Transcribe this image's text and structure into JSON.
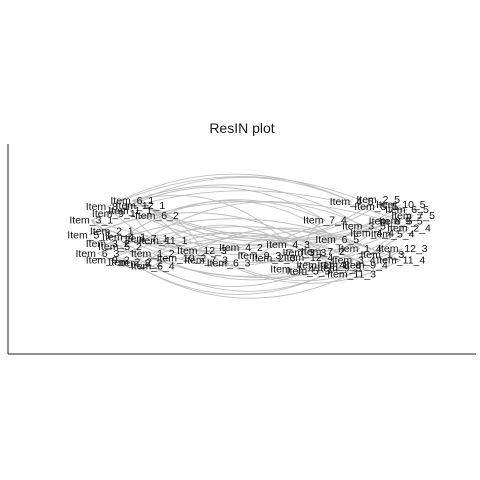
{
  "chart_data": {
    "type": "network",
    "title": "ResIN plot",
    "xlabel": "",
    "ylabel": "",
    "x_range": [
      0,
      10
    ],
    "y_range": [
      0,
      10
    ],
    "grid": false,
    "legend": "none",
    "colors": {
      "edge": "#bdbdbd",
      "text": "#111111",
      "axis": "#222222"
    },
    "nodes": [
      {
        "label": "Item_6_1",
        "x": 2.25,
        "y": 7.4
      },
      {
        "label": "Item_12_1",
        "x": 2.45,
        "y": 7.15
      },
      {
        "label": "Item_8_1",
        "x": 1.65,
        "y": 7.1
      },
      {
        "label": "Item_1_1",
        "x": 2.2,
        "y": 6.9
      },
      {
        "label": "Item_9_1",
        "x": 1.8,
        "y": 6.75
      },
      {
        "label": "Item_6_2",
        "x": 2.85,
        "y": 6.65
      },
      {
        "label": "Item_3_1",
        "x": 1.25,
        "y": 6.4
      },
      {
        "label": "Item_2_1",
        "x": 1.75,
        "y": 5.85
      },
      {
        "label": "Item_5_1",
        "x": 1.2,
        "y": 5.65
      },
      {
        "label": "Item_4_1",
        "x": 2.05,
        "y": 5.55
      },
      {
        "label": "Item_7_1",
        "x": 2.6,
        "y": 5.45
      },
      {
        "label": "Item_11_1",
        "x": 3.0,
        "y": 5.35
      },
      {
        "label": "Item_3_2",
        "x": 1.65,
        "y": 5.2
      },
      {
        "label": "Item_5_2",
        "x": 1.95,
        "y": 5.05
      },
      {
        "label": "Item_6_3",
        "x": 1.4,
        "y": 4.7
      },
      {
        "label": "Item_1_2",
        "x": 2.75,
        "y": 4.7
      },
      {
        "label": "Item_9_2",
        "x": 1.65,
        "y": 4.35
      },
      {
        "label": "Item_2_2",
        "x": 2.2,
        "y": 4.25
      },
      {
        "label": "Item_8_2",
        "x": 2.45,
        "y": 4.2
      },
      {
        "label": "Item_6_4",
        "x": 2.75,
        "y": 4.05
      },
      {
        "label": "Item_12_3",
        "x": 3.95,
        "y": 4.85
      },
      {
        "label": "Item_10_2",
        "x": 3.45,
        "y": 4.45
      },
      {
        "label": "Item_7_3",
        "x": 4.05,
        "y": 4.35
      },
      {
        "label": "Item_6_3",
        "x": 4.6,
        "y": 4.2
      },
      {
        "label": "Item_4_2",
        "x": 4.9,
        "y": 5.0
      },
      {
        "label": "Item_4_3",
        "x": 6.05,
        "y": 5.15
      },
      {
        "label": "Item_9_3",
        "x": 5.35,
        "y": 4.6
      },
      {
        "label": "Item_2_3",
        "x": 5.7,
        "y": 4.45
      },
      {
        "label": "Item_3_3",
        "x": 6.45,
        "y": 4.75
      },
      {
        "label": "Item_12_4",
        "x": 6.55,
        "y": 4.5
      },
      {
        "label": "Item_7_2",
        "x": 6.9,
        "y": 4.8
      },
      {
        "label": "Item_11_4",
        "x": 6.85,
        "y": 4.1
      },
      {
        "label": "Item_1_4",
        "x": 6.15,
        "y": 3.9
      },
      {
        "label": "Item_5_3",
        "x": 6.55,
        "y": 3.8
      },
      {
        "label": "Item_8_3",
        "x": 7.3,
        "y": 4.1
      },
      {
        "label": "Item_3_4",
        "x": 7.65,
        "y": 4.35
      },
      {
        "label": "Item_9_3",
        "x": 7.3,
        "y": 3.95
      },
      {
        "label": "Item_11_3",
        "x": 7.6,
        "y": 3.65
      },
      {
        "label": "Item_9_4",
        "x": 7.95,
        "y": 4.1
      },
      {
        "label": "Item_11_4",
        "x": 8.8,
        "y": 4.35
      },
      {
        "label": "Item_1_3",
        "x": 8.35,
        "y": 4.65
      },
      {
        "label": "Item_12_3",
        "x": 8.85,
        "y": 4.95
      },
      {
        "label": "Item_1_4",
        "x": 7.8,
        "y": 4.95
      },
      {
        "label": "Item_6_5",
        "x": 7.25,
        "y": 5.4
      },
      {
        "label": "Item_4_4",
        "x": 8.1,
        "y": 5.75
      },
      {
        "label": "Item_5_4",
        "x": 8.6,
        "y": 5.7
      },
      {
        "label": "Item_2_4",
        "x": 9.0,
        "y": 6.0
      },
      {
        "label": "Item_7_4",
        "x": 6.95,
        "y": 6.4
      },
      {
        "label": "Item_7_5",
        "x": 9.1,
        "y": 6.65
      },
      {
        "label": "Item_8_5",
        "x": 8.55,
        "y": 6.35
      },
      {
        "label": "Item_9_5",
        "x": 8.8,
        "y": 6.35
      },
      {
        "label": "Item_3_5",
        "x": 7.9,
        "y": 6.1
      },
      {
        "label": "Item_4_5",
        "x": 7.6,
        "y": 7.35
      },
      {
        "label": "Item_5_5",
        "x": 8.2,
        "y": 7.1
      },
      {
        "label": "Item_2_5",
        "x": 8.25,
        "y": 7.45
      },
      {
        "label": "Item_10_5",
        "x": 8.8,
        "y": 7.2
      },
      {
        "label": "Item_6_5",
        "x": 8.95,
        "y": 6.95
      }
    ],
    "edges": [
      [
        0,
        44
      ],
      [
        1,
        48
      ],
      [
        2,
        52
      ],
      [
        3,
        49
      ],
      [
        4,
        47
      ],
      [
        5,
        53
      ],
      [
        6,
        50
      ],
      [
        7,
        45
      ],
      [
        8,
        46
      ],
      [
        9,
        54
      ],
      [
        10,
        51
      ],
      [
        11,
        55
      ],
      [
        12,
        40
      ],
      [
        13,
        41
      ],
      [
        14,
        39
      ],
      [
        15,
        42
      ],
      [
        16,
        38
      ],
      [
        17,
        37
      ],
      [
        18,
        36
      ],
      [
        19,
        35
      ],
      [
        0,
        5
      ],
      [
        1,
        3
      ],
      [
        2,
        4
      ],
      [
        6,
        7
      ],
      [
        8,
        9
      ],
      [
        10,
        11
      ],
      [
        12,
        13
      ],
      [
        14,
        15
      ],
      [
        16,
        17
      ],
      [
        18,
        19
      ],
      [
        20,
        21
      ],
      [
        22,
        23
      ],
      [
        24,
        25
      ],
      [
        26,
        27
      ],
      [
        28,
        29
      ],
      [
        30,
        31
      ],
      [
        32,
        33
      ],
      [
        34,
        36
      ],
      [
        37,
        38
      ],
      [
        5,
        24
      ],
      [
        11,
        25
      ],
      [
        3,
        20
      ],
      [
        1,
        22
      ],
      [
        0,
        48
      ],
      [
        2,
        53
      ],
      [
        6,
        56
      ],
      [
        4,
        52
      ],
      [
        7,
        43
      ],
      [
        9,
        47
      ],
      [
        20,
        39
      ],
      [
        21,
        40
      ],
      [
        23,
        41
      ],
      [
        24,
        42
      ],
      [
        25,
        44
      ],
      [
        26,
        45
      ],
      [
        27,
        46
      ],
      [
        28,
        47
      ],
      [
        29,
        48
      ],
      [
        0,
        25
      ],
      [
        2,
        24
      ],
      [
        5,
        43
      ],
      [
        6,
        31
      ],
      [
        8,
        30
      ],
      [
        13,
        33
      ],
      [
        15,
        34
      ],
      [
        17,
        36
      ],
      [
        19,
        38
      ]
    ]
  }
}
